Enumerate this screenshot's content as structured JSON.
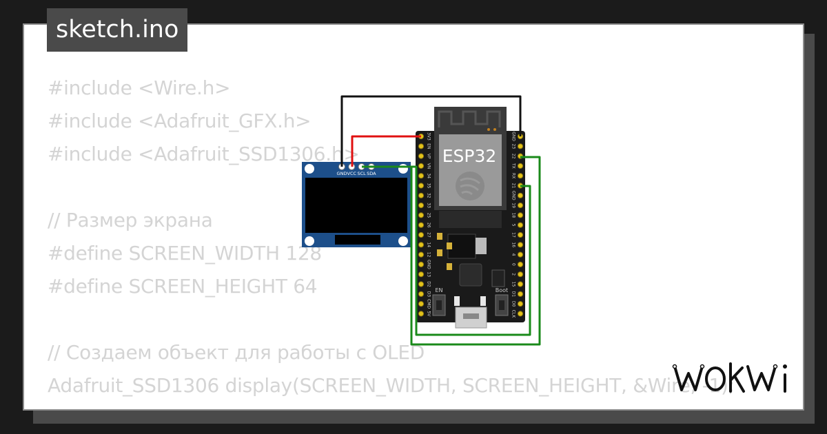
{
  "file_tab": {
    "name": "sketch.ino"
  },
  "code_lines": [
    "#include <Wire.h>",
    "#include <Adafruit_GFX.h>",
    "#include <Adafruit_SSD1306.h>",
    "",
    "// Размер экрана",
    "#define SCREEN_WIDTH 128",
    "#define SCREEN_HEIGHT 64",
    "",
    "// Создаем объект для работы с OLED",
    "Adafruit_SSD1306 display(SCREEN_WIDTH, SCREEN_HEIGHT, &Wire, -1);"
  ],
  "oled": {
    "pin_labels": [
      "GND",
      "VCC",
      "SCL",
      "SDA"
    ]
  },
  "esp32": {
    "title": "ESP32",
    "left_pins": [
      "3V3",
      "EN",
      "VP",
      "VN",
      "34",
      "35",
      "32",
      "33",
      "25",
      "26",
      "27",
      "14",
      "12",
      "GND",
      "13",
      "D2",
      "D3",
      "CMD",
      "5V"
    ],
    "right_pins": [
      "GND",
      "23",
      "22",
      "TX",
      "RX",
      "21",
      "GND",
      "19",
      "18",
      "5",
      "17",
      "16",
      "4",
      "0",
      "2",
      "15",
      "D1",
      "D0",
      "CLK"
    ],
    "en_label": "EN",
    "boot_label": "Boot"
  },
  "wire_colors": {
    "gnd": "#111111",
    "vcc": "#e01010",
    "signal": "#1a8a1a"
  },
  "brand": {
    "name": "wokwi"
  }
}
